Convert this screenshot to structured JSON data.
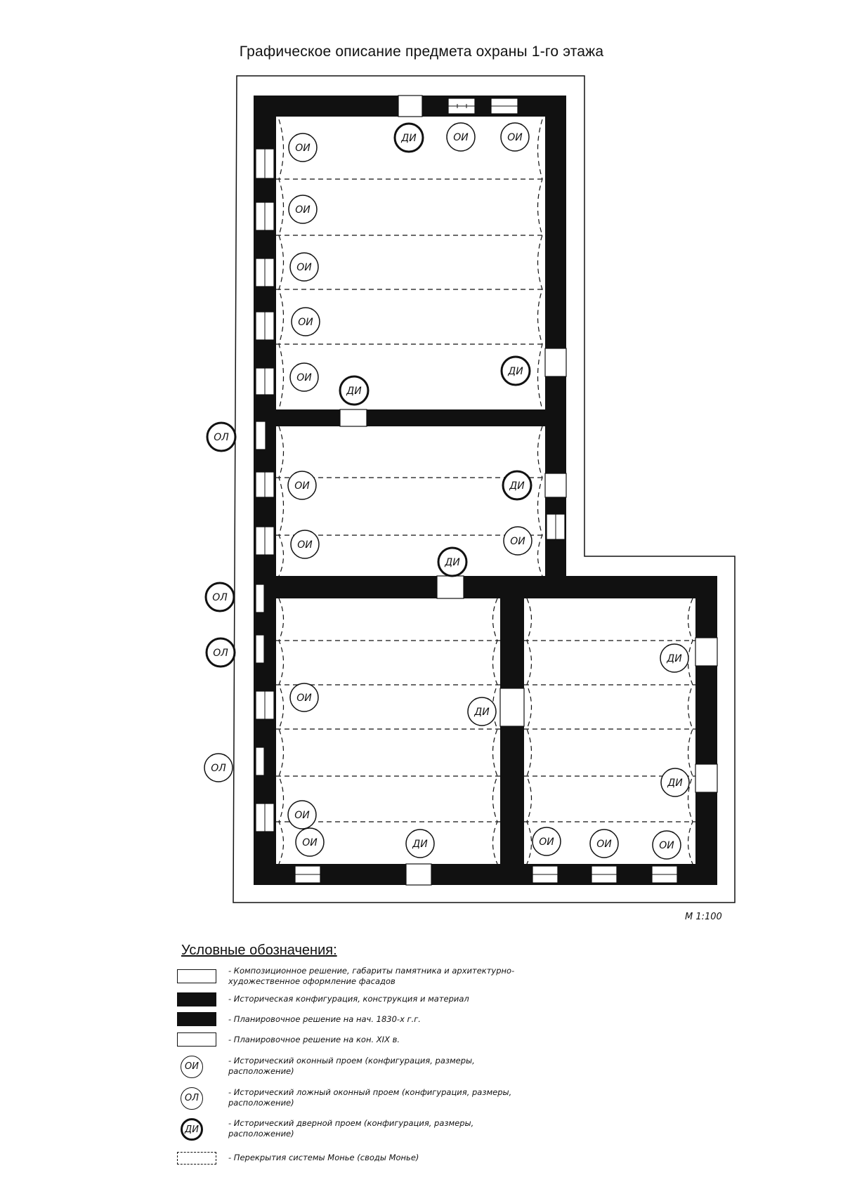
{
  "title": "Графическое описание предмета охраны 1-го этажа",
  "scale": "М 1:100",
  "labels": {
    "oi": "ОИ",
    "ol": "ОЛ",
    "di": "ДИ"
  },
  "legend": {
    "title": "Условные обозначения:",
    "items": [
      {
        "symbol": "white-box",
        "text": "- Композиционное решение, габариты памятника и архитектурно-художественное оформление фасадов"
      },
      {
        "symbol": "black-box",
        "text": "- Историческая конфигурация, конструкция и материал"
      },
      {
        "symbol": "black-box",
        "text": "- Планировочное решение на нач. 1830-х г.г."
      },
      {
        "symbol": "white-box",
        "text": "- Планировочное решение на кон. XIX в."
      },
      {
        "symbol": "circle-oi",
        "label": "ОИ",
        "text": "- Исторический оконный проем (конфигурация, размеры, расположение)"
      },
      {
        "symbol": "circle-ol",
        "label": "ОЛ",
        "text": "- Исторический ложный оконный проем (конфигурация, размеры, расположение)"
      },
      {
        "symbol": "circle-di",
        "label": "ДИ",
        "text": "- Исторический дверной проем (конфигурация, размеры, расположение)"
      },
      {
        "symbol": "dashed-box",
        "text": "- Перекрытия системы Монье (своды Монье)"
      }
    ]
  }
}
